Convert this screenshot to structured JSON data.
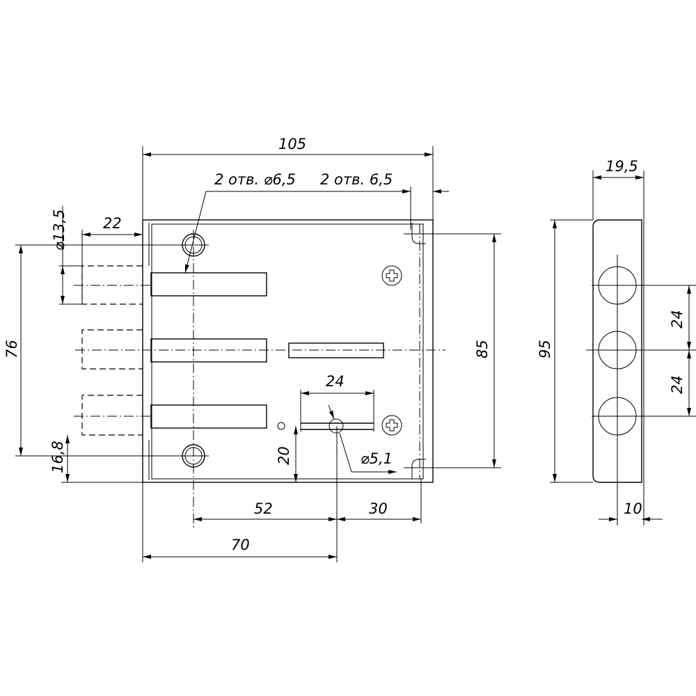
{
  "drawing": {
    "dims": {
      "overall_width": "105",
      "holes_note": "2 отв. ⌀6,5",
      "holes_offset": "2 отв. 6,5",
      "bolt_projection": "22",
      "bolt_diameter": "⌀13,5",
      "hole_spacing": "76",
      "bottom_offset": "16,8",
      "inner_height": "85",
      "key_height": "20",
      "key_width": "24",
      "key_diameter": "⌀5,1",
      "hole_to_key": "52",
      "key_to_edge": "30",
      "edge_to_key": "70",
      "strike_width": "19,5",
      "strike_height": "95",
      "bolt_pitch_top": "24",
      "bolt_pitch_bottom": "24",
      "strike_offset": "10"
    }
  }
}
